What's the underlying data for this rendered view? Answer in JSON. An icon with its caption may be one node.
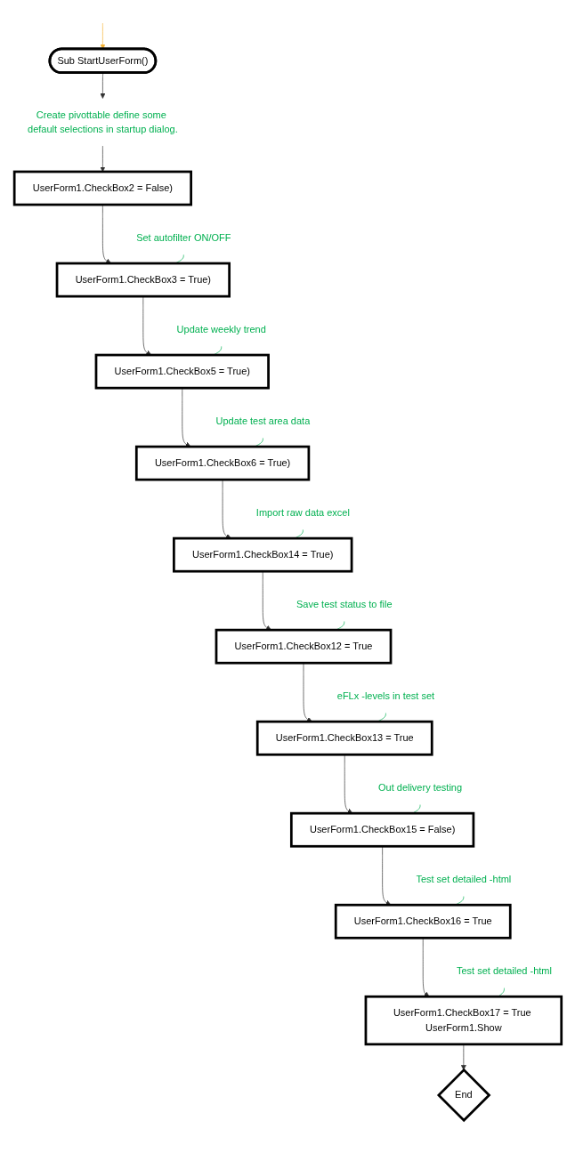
{
  "diagram": {
    "nodes": [
      {
        "text": [
          "Sub StartUserForm()"
        ]
      },
      {
        "text": [
          "Create pivottable define some default selections in startup dialog."
        ]
      },
      {
        "text": [
          "UserForm1.CheckBox2 = False)"
        ]
      },
      {
        "text": [
          "UserForm1.CheckBox3 = True)"
        ]
      },
      {
        "text": [
          "UserForm1.CheckBox5 = True)"
        ]
      },
      {
        "text": [
          "UserForm1.CheckBox6 = True)"
        ]
      },
      {
        "text": [
          "UserForm1.CheckBox14 = True)"
        ]
      },
      {
        "text": [
          "UserForm1.CheckBox12 = True"
        ]
      },
      {
        "text": [
          "UserForm1.CheckBox13 = True"
        ]
      },
      {
        "text": [
          "UserForm1.CheckBox15 = False)"
        ]
      },
      {
        "text": [
          "UserForm1.CheckBox16 = True"
        ]
      },
      {
        "text": [
          "UserForm1.CheckBox17 = True UserForm1.Show"
        ]
      },
      {
        "text": [
          "End"
        ]
      },
      {
        "text": [
          "Set autofilter ON/OFF"
        ]
      },
      {
        "text": [
          "Update weekly trend"
        ]
      },
      {
        "text": [
          "Update test area data"
        ]
      },
      {
        "text": [
          "Import raw data excel"
        ]
      },
      {
        "text": [
          "Save test status to file"
        ]
      },
      {
        "text": [
          "eFLx -levels in test set"
        ]
      },
      {
        "text": [
          "Out delivery testing"
        ]
      },
      {
        "text": [
          "Test set detailed -html"
        ]
      },
      {
        "text": [
          "Test set detailed -html"
        ]
      }
    ],
    "edges": [
      {
        "from": null,
        "to": 0,
        "arrow": "to",
        "color": "#f5b335"
      },
      {
        "from": 0,
        "to": 1,
        "arrow": "to"
      },
      {
        "from": 1,
        "to": 2,
        "arrow": "to"
      },
      {
        "from": 2,
        "to": 3,
        "arrow": "to"
      },
      {
        "from": 3,
        "to": 4,
        "arrow": "to"
      },
      {
        "from": 4,
        "to": 5,
        "arrow": "to"
      },
      {
        "from": 5,
        "to": 6,
        "arrow": "to"
      },
      {
        "from": 6,
        "to": 7,
        "arrow": "to"
      },
      {
        "from": 7,
        "to": 8,
        "arrow": "to"
      },
      {
        "from": 8,
        "to": 9,
        "arrow": "to"
      },
      {
        "from": 9,
        "to": 10,
        "arrow": "to"
      },
      {
        "from": 10,
        "to": 11,
        "arrow": "to"
      },
      {
        "from": 11,
        "to": 12,
        "arrow": "to"
      },
      {
        "from": 13,
        "to": 3,
        "arrow": "none",
        "color": "#00b050"
      },
      {
        "from": 14,
        "to": 4,
        "arrow": "none",
        "color": "#00b050"
      },
      {
        "from": 15,
        "to": 5,
        "arrow": "none",
        "color": "#00b050"
      },
      {
        "from": 16,
        "to": 6,
        "arrow": "none",
        "color": "#00b050"
      },
      {
        "from": 17,
        "to": 7,
        "arrow": "none",
        "color": "#00b050"
      },
      {
        "from": 18,
        "to": 8,
        "arrow": "none",
        "color": "#00b050"
      },
      {
        "from": 19,
        "to": 9,
        "arrow": "none",
        "color": "#00b050"
      },
      {
        "from": 20,
        "to": 10,
        "arrow": "none",
        "color": "#00b050"
      },
      {
        "from": 21,
        "to": 11,
        "arrow": "none",
        "color": "#00b050"
      }
    ]
  }
}
